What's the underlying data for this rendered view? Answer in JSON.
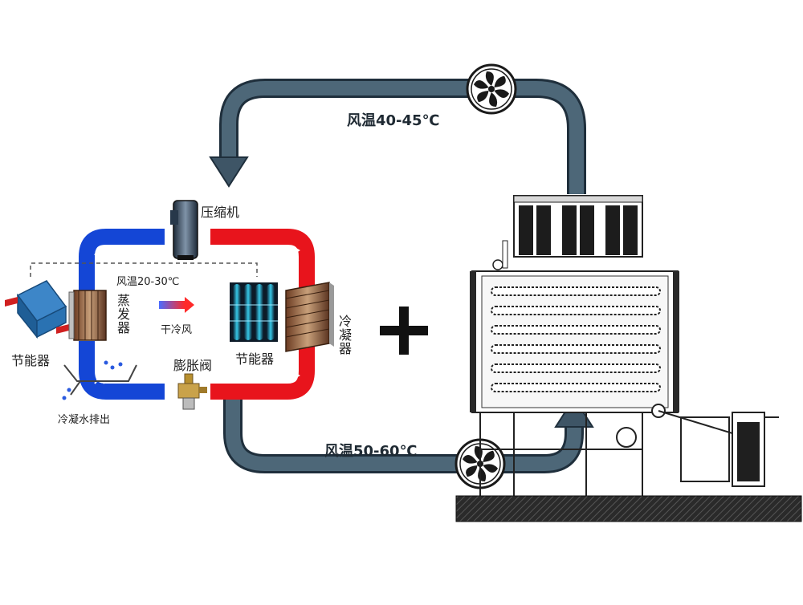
{
  "labels": {
    "compressor": "压缩机",
    "evaporator": "蒸发器",
    "economizer_left": "节能器",
    "economizer_mid": "节能器",
    "condenser": "冷凝器",
    "expansion_valve": "膨胀阀",
    "dry_cold_air": "干冷风",
    "condensate_drain": "冷凝水排出",
    "air_temp_inner": "风温20-30℃",
    "air_temp_top": "风温40-45℃",
    "air_temp_bottom": "风温50-60℃"
  },
  "colors": {
    "cold_pipe": "#1446d6",
    "hot_pipe": "#e8141c",
    "air_duct": "#3e5566",
    "plus": "#111111"
  },
  "icons": [
    "fan-icon",
    "plus-icon",
    "arrow-icon"
  ]
}
